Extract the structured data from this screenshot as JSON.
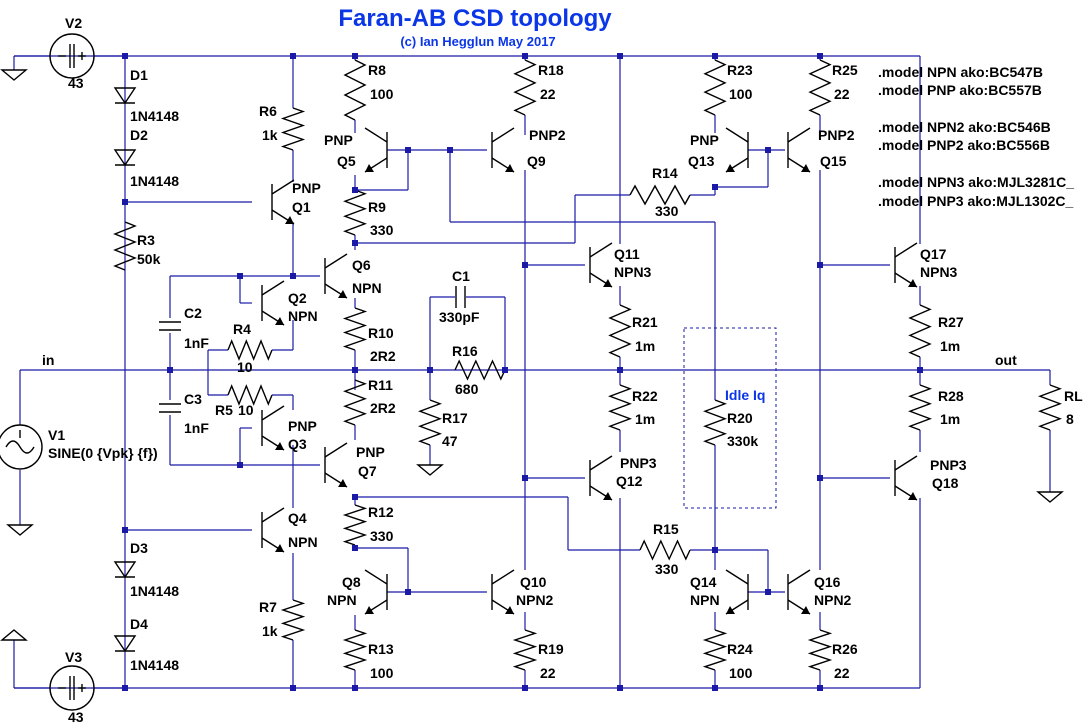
{
  "title": "Faran-AB CSD topology",
  "subtitle": "(c) Ian Hegglun May 2017",
  "models": [
    ".model NPN ako:BC547B",
    ".model PNP ako:BC557B",
    ".model NPN2 ako:BC546B",
    ".model PNP2 ako:BC556B",
    ".model NPN3 ako:MJL3281C_",
    ".model PNP3 ako:MJL1302C_"
  ],
  "nets": {
    "in": "in",
    "out": "out"
  },
  "idle_label": "Idle Iq",
  "sources": {
    "V1": {
      "ref": "V1",
      "value": "SINE(0 {Vpk} {f})"
    },
    "V2": {
      "ref": "V2",
      "value": "43"
    },
    "V3": {
      "ref": "V3",
      "value": "43"
    }
  },
  "diodes": {
    "D1": {
      "ref": "D1",
      "value": "1N4148"
    },
    "D2": {
      "ref": "D2",
      "value": "1N4148"
    },
    "D3": {
      "ref": "D3",
      "value": "1N4148"
    },
    "D4": {
      "ref": "D4",
      "value": "1N4148"
    }
  },
  "resistors": {
    "R3": {
      "ref": "R3",
      "value": "50k"
    },
    "R4": {
      "ref": "R4",
      "value": "10"
    },
    "R5": {
      "ref": "R5",
      "value": "10"
    },
    "R6": {
      "ref": "R6",
      "value": "1k"
    },
    "R7": {
      "ref": "R7",
      "value": "1k"
    },
    "R8": {
      "ref": "R8",
      "value": "100"
    },
    "R9": {
      "ref": "R9",
      "value": "330"
    },
    "R10": {
      "ref": "R10",
      "value": "2R2"
    },
    "R11": {
      "ref": "R11",
      "value": "2R2"
    },
    "R12": {
      "ref": "R12",
      "value": "330"
    },
    "R13": {
      "ref": "R13",
      "value": "100"
    },
    "R14": {
      "ref": "R14",
      "value": "330"
    },
    "R15": {
      "ref": "R15",
      "value": "330"
    },
    "R16": {
      "ref": "R16",
      "value": "680"
    },
    "R17": {
      "ref": "R17",
      "value": "47"
    },
    "R18": {
      "ref": "R18",
      "value": "22"
    },
    "R19": {
      "ref": "R19",
      "value": "22"
    },
    "R20": {
      "ref": "R20",
      "value": "330k"
    },
    "R21": {
      "ref": "R21",
      "value": "1m"
    },
    "R22": {
      "ref": "R22",
      "value": "1m"
    },
    "R23": {
      "ref": "R23",
      "value": "100"
    },
    "R24": {
      "ref": "R24",
      "value": "100"
    },
    "R25": {
      "ref": "R25",
      "value": "22"
    },
    "R26": {
      "ref": "R26",
      "value": "22"
    },
    "R27": {
      "ref": "R27",
      "value": "1m"
    },
    "R28": {
      "ref": "R28",
      "value": "1m"
    },
    "RL": {
      "ref": "RL",
      "value": "8"
    }
  },
  "capacitors": {
    "C1": {
      "ref": "C1",
      "value": "330pF"
    },
    "C2": {
      "ref": "C2",
      "value": "1nF"
    },
    "C3": {
      "ref": "C3",
      "value": "1nF"
    }
  },
  "transistors": {
    "Q1": {
      "ref": "Q1",
      "model": "PNP"
    },
    "Q2": {
      "ref": "Q2",
      "model": "NPN"
    },
    "Q3": {
      "ref": "Q3",
      "model": "PNP"
    },
    "Q4": {
      "ref": "Q4",
      "model": "NPN"
    },
    "Q5": {
      "ref": "Q5",
      "model": "PNP"
    },
    "Q6": {
      "ref": "Q6",
      "model": "NPN"
    },
    "Q7": {
      "ref": "Q7",
      "model": "PNP"
    },
    "Q8": {
      "ref": "Q8",
      "model": "NPN"
    },
    "Q9": {
      "ref": "Q9",
      "model": "PNP2"
    },
    "Q10": {
      "ref": "Q10",
      "model": "NPN2"
    },
    "Q11": {
      "ref": "Q11",
      "model": "NPN3"
    },
    "Q12": {
      "ref": "Q12",
      "model": "PNP3"
    },
    "Q13": {
      "ref": "Q13",
      "model": "PNP"
    },
    "Q14": {
      "ref": "Q14",
      "model": "NPN"
    },
    "Q15": {
      "ref": "Q15",
      "model": "PNP2"
    },
    "Q16": {
      "ref": "Q16",
      "model": "NPN2"
    },
    "Q17": {
      "ref": "Q17",
      "model": "NPN3"
    },
    "Q18": {
      "ref": "Q18",
      "model": "PNP3"
    }
  }
}
